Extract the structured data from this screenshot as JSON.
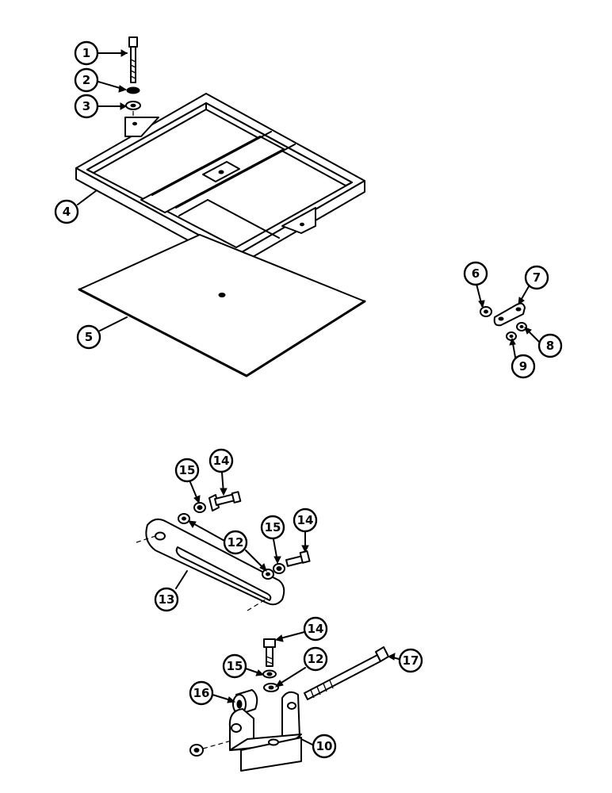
{
  "callouts": [
    {
      "id": "c1",
      "label": "1"
    },
    {
      "id": "c2",
      "label": "2"
    },
    {
      "id": "c3",
      "label": "3"
    },
    {
      "id": "c4",
      "label": "4"
    },
    {
      "id": "c5",
      "label": "5"
    },
    {
      "id": "c6",
      "label": "6"
    },
    {
      "id": "c7",
      "label": "7"
    },
    {
      "id": "c8",
      "label": "8"
    },
    {
      "id": "c9",
      "label": "9"
    },
    {
      "id": "c10",
      "label": "10"
    },
    {
      "id": "c12a",
      "label": "12"
    },
    {
      "id": "c12b",
      "label": "12"
    },
    {
      "id": "c13",
      "label": "13"
    },
    {
      "id": "c14a",
      "label": "14"
    },
    {
      "id": "c14b",
      "label": "14"
    },
    {
      "id": "c14c",
      "label": "14"
    },
    {
      "id": "c15a",
      "label": "15"
    },
    {
      "id": "c15b",
      "label": "15"
    },
    {
      "id": "c15c",
      "label": "15"
    },
    {
      "id": "c16",
      "label": "16"
    },
    {
      "id": "c17",
      "label": "17"
    }
  ]
}
